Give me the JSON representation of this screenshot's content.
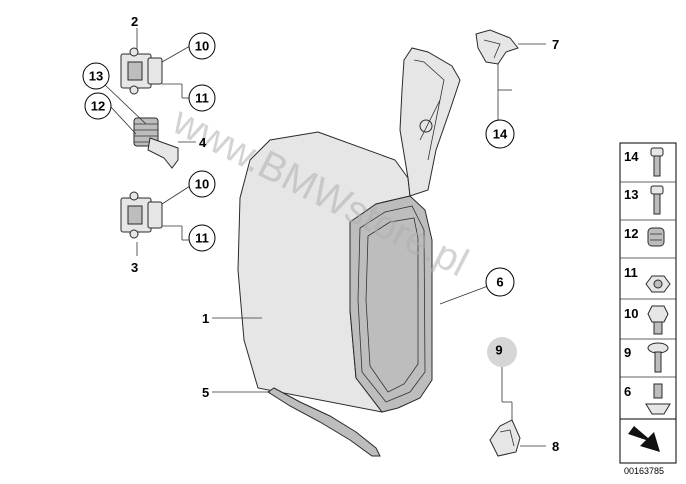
{
  "watermark": "www.BMWstore.pl",
  "diagram_id": "00163785",
  "callouts": {
    "c1": "1",
    "c2": "2",
    "c3": "3",
    "c4": "4",
    "c5": "5",
    "c6": "6",
    "c7": "7",
    "c8": "8",
    "c9": "9",
    "c10a": "10",
    "c11a": "11",
    "c10b": "10",
    "c11b": "11",
    "c12": "12",
    "c13": "13",
    "c14": "14"
  },
  "side_panel": {
    "items": [
      "14",
      "13",
      "12",
      "11",
      "10",
      "9",
      "6"
    ]
  }
}
